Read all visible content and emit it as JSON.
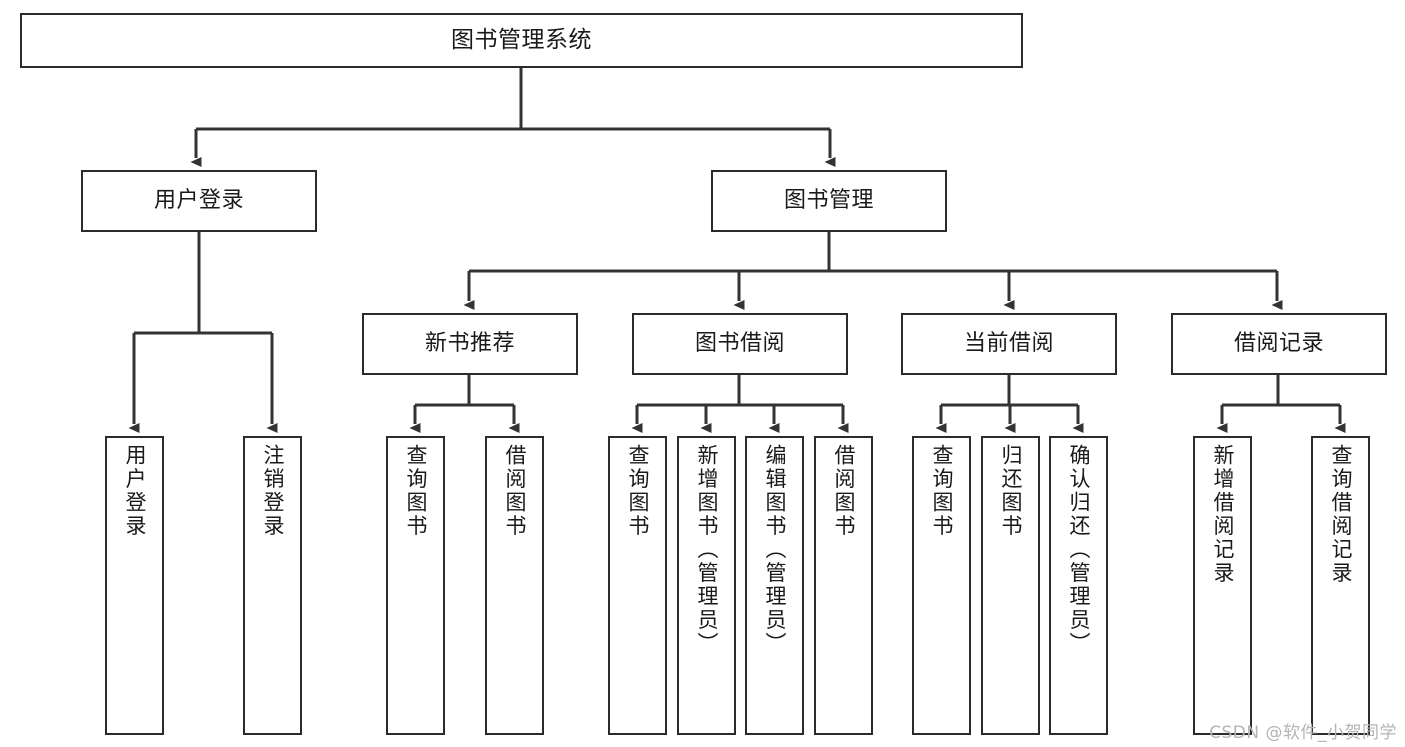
{
  "diagram": {
    "title": "图书管理系统",
    "type": "hierarchy-tree",
    "colors": {
      "box_border": "#2b2b2b",
      "box_fill": "#ffffff",
      "connector": "#333333",
      "text": "#1a1a1a",
      "watermark": "#b4b4b4",
      "background": "#ffffff"
    },
    "watermark": "CSDN @软件_小贺同学"
  },
  "nodes": {
    "root": {
      "label": "图书管理系统"
    },
    "level1": [
      {
        "label": "用户登录"
      },
      {
        "label": "图书管理"
      }
    ],
    "level2": [
      {
        "label": "新书推荐"
      },
      {
        "label": "图书借阅"
      },
      {
        "label": "当前借阅"
      },
      {
        "label": "借阅记录"
      }
    ],
    "leaves": {
      "user_login": [
        {
          "label": "用户登录"
        },
        {
          "label": "注销登录"
        }
      ],
      "new_book_recommend": [
        {
          "label": "查询图书"
        },
        {
          "label": "借阅图书"
        }
      ],
      "book_borrow": [
        {
          "label": "查询图书"
        },
        {
          "label": "新增图书（管理员）"
        },
        {
          "label": "编辑图书（管理员）"
        },
        {
          "label": "借阅图书"
        }
      ],
      "current_borrow": [
        {
          "label": "查询图书"
        },
        {
          "label": "归还图书"
        },
        {
          "label": "确认归还（管理员）"
        }
      ],
      "borrow_record": [
        {
          "label": "新增借阅记录"
        },
        {
          "label": "查询借阅记录"
        }
      ]
    }
  }
}
